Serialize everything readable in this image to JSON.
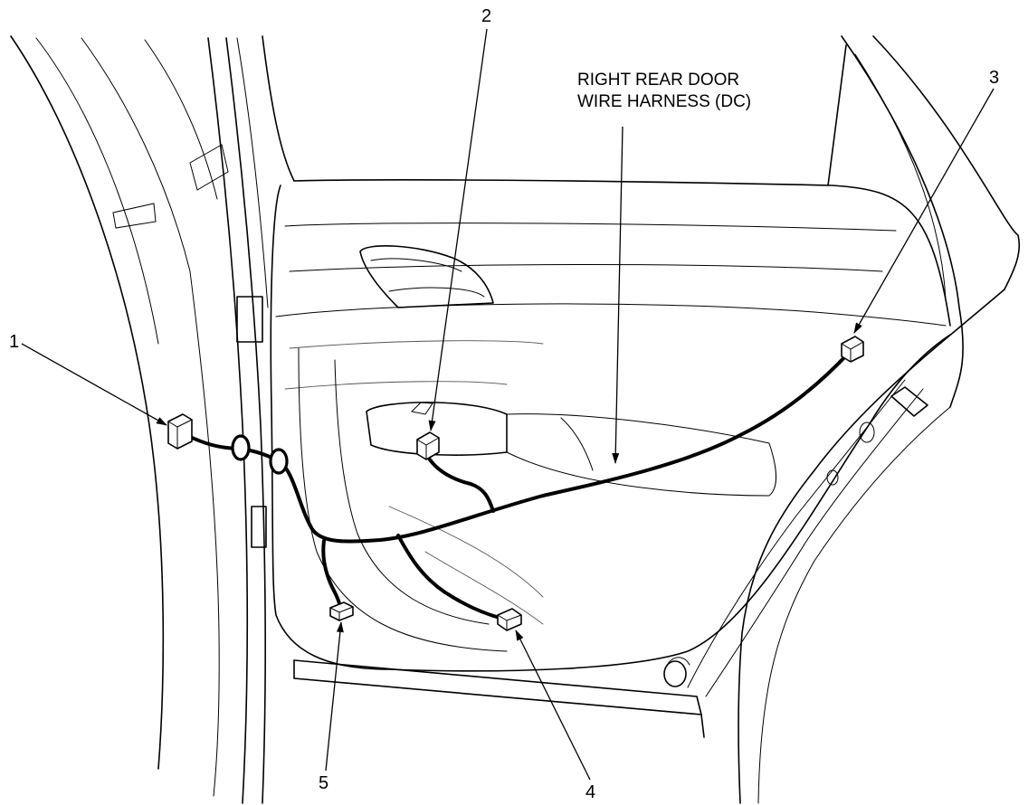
{
  "callouts": {
    "c1": "1",
    "c2": "2",
    "c3": "3",
    "c4": "4",
    "c5": "5"
  },
  "harness_label": {
    "line1": "RIGHT REAR DOOR",
    "line2": "WIRE HARNESS (DC)"
  }
}
